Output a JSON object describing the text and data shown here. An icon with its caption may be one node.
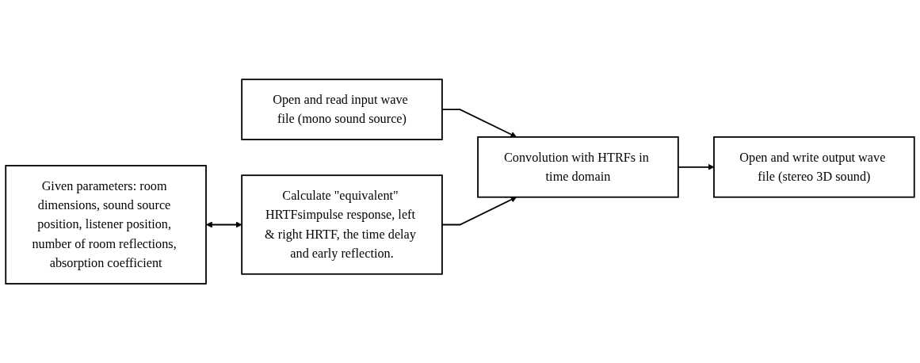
{
  "diagram": {
    "nodes": [
      {
        "text": [
          "Open and read input wave file (mono sound source)"
        ]
      },
      {
        "text": [
          "Convolution with HTRFs in time domain"
        ]
      },
      {
        "text": [
          "Open and write output wave file (stereo 3D sound)"
        ]
      },
      {
        "text": [
          "Given parameters: room dimensions, sound source position, listener position, number of room reflections, absorption coefficient"
        ]
      },
      {
        "text": [
          "Calculate \"equivalent\" HRTFsimpulse response, left & right HRTF, the time delay and early reflection."
        ]
      }
    ],
    "edges": [
      {
        "from": 0,
        "to": 1,
        "arrow": "to"
      },
      {
        "from": 1,
        "to": 2,
        "arrow": "to"
      },
      {
        "from": 4,
        "to": 1,
        "arrow": "to"
      },
      {
        "from": 3,
        "to": 4,
        "arrow": "both"
      }
    ]
  }
}
